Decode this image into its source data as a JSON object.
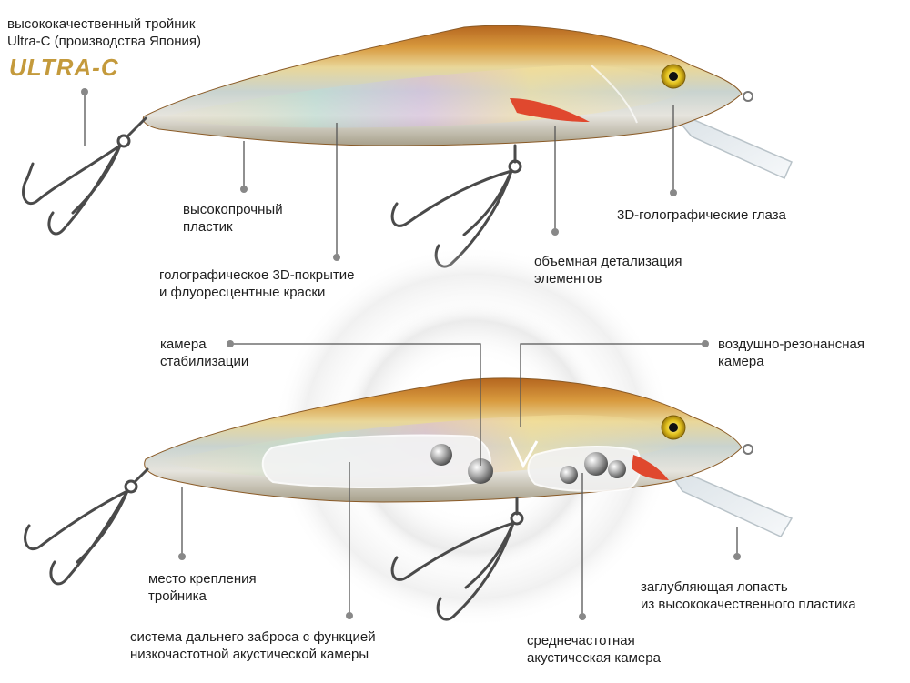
{
  "top_lure": {
    "hook_label": [
      "высококачественный тройник",
      "Ultra-C (производства Япония)"
    ],
    "brand_logo": "ULTRA-C",
    "plastic_label": [
      "высокопрочный",
      "пластик"
    ],
    "coating_label": [
      "голографическое 3D-покрытие",
      "и флуоресцентные краски"
    ],
    "detail_label": [
      "объемная детализация",
      "элементов"
    ],
    "eyes_label": "3D-голографические глаза"
  },
  "bottom_lure": {
    "stab_label": [
      "камера",
      "стабилизации"
    ],
    "air_label": [
      "воздушно-резонансная",
      "камера"
    ],
    "hook_mount_label": [
      "место крепления",
      "тройника"
    ],
    "lip_label": [
      "заглубляющая лопасть",
      "из высококачественного пластика"
    ],
    "cast_label": [
      "система дальнего заброса с функцией",
      "низкочастотной акустической камеры"
    ],
    "mid_label": [
      "среднечастотная",
      "акустическая камера"
    ]
  },
  "colors": {
    "back": "#b5661f",
    "belly": "#e8e6df",
    "fin": "#e0482e",
    "eye": "#e3c21d",
    "leader": "#555555",
    "brand": "#c49a3c"
  }
}
